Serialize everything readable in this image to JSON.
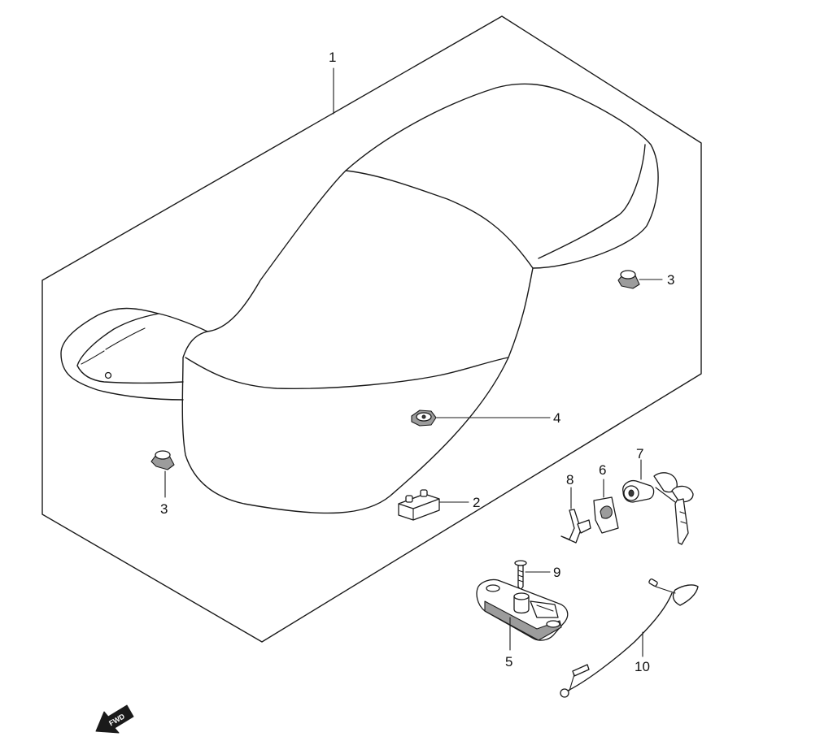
{
  "callouts": {
    "seat": "1",
    "bracket": "2",
    "cushion_right": "3",
    "cushion_left": "3",
    "nut": "4",
    "seat_lock": "5",
    "lock_plate": "6",
    "key_set": "7",
    "clip": "8",
    "screw": "9",
    "cable": "10"
  },
  "fwd_label": "FWD"
}
